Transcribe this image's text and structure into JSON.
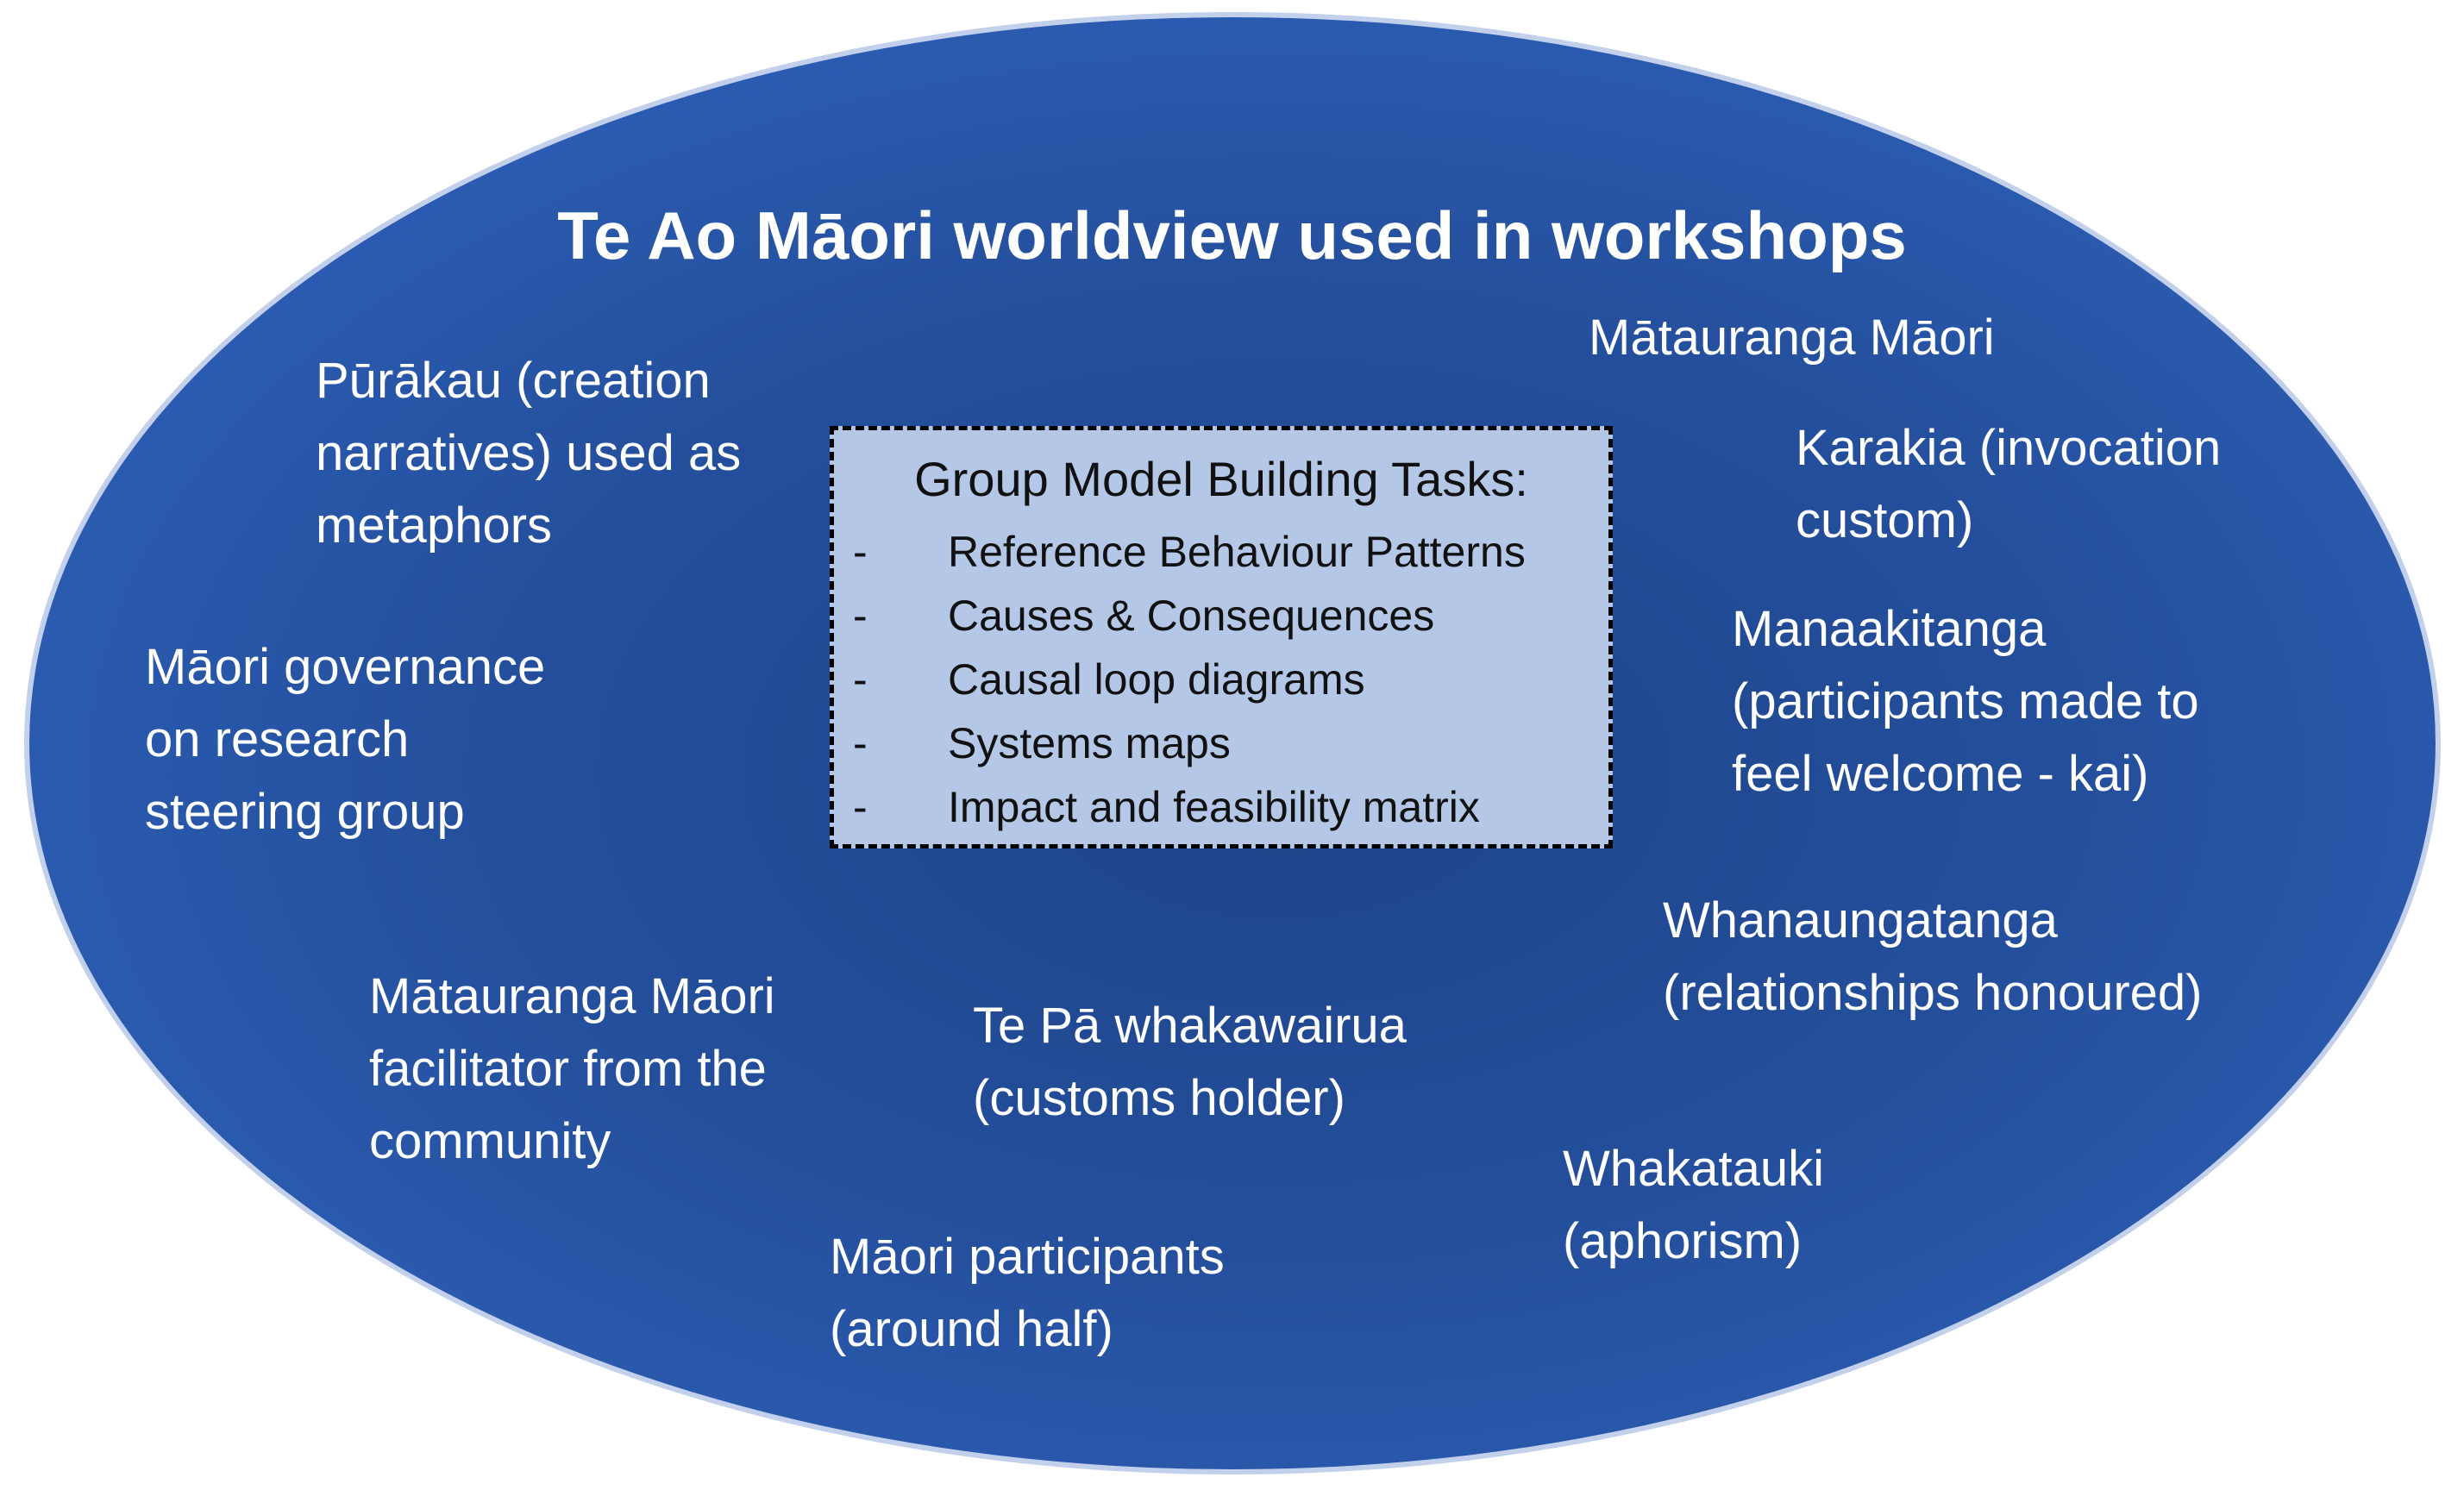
{
  "title": "Te Ao Māori worldview used in workshops",
  "center_box": {
    "heading": "Group Model Building Tasks:",
    "bullet": "-",
    "items": [
      "Reference Behaviour Patterns",
      "Causes & Consequences",
      "Causal loop diagrams",
      "Systems maps",
      "Impact and feasibility matrix"
    ]
  },
  "elements": {
    "purakau": [
      "Pūrākau (creation",
      "narratives) used as",
      "metaphors"
    ],
    "governance": [
      "Māori governance",
      "on research",
      "steering group"
    ],
    "facilitator": [
      "Mātauranga Māori",
      "facilitator from the",
      "community"
    ],
    "te_pa": [
      "Te Pā whakawairua",
      "(customs holder)"
    ],
    "participants": [
      "Māori participants",
      "(around half)"
    ],
    "matauranga": [
      "Mātauranga Māori"
    ],
    "karakia": [
      "Karakia (invocation",
      "custom)"
    ],
    "manaakitanga": [
      "Manaakitanga",
      "(participants made to",
      "feel welcome - kai)"
    ],
    "whanaungatanga": [
      "Whanaungatanga",
      "(relationships honoured)"
    ],
    "whakatauki": [
      "Whakatauki",
      "(aphorism)"
    ]
  },
  "colors": {
    "ellipse_center": "#1e4488",
    "ellipse_edge": "#3368c2",
    "box_fill": "#b4c7e7",
    "text": "#ffffff"
  }
}
